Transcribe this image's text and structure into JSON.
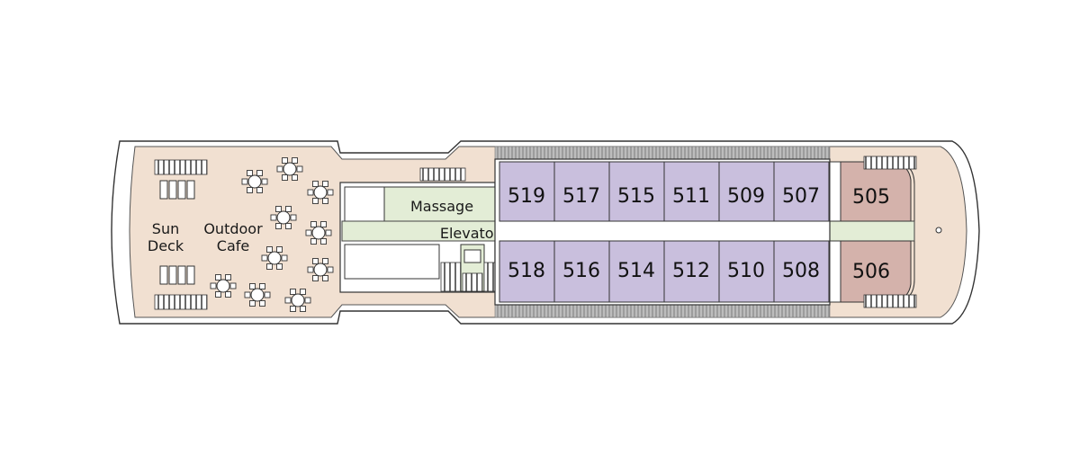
{
  "colors": {
    "deck_fill": "#f1e0d1",
    "corridor_fill": "#e3edd6",
    "cabin_fill": "#c9bfdd",
    "suite_fill": "#d4b2ab",
    "outline": "#333333",
    "railing": "#8a8a8a"
  },
  "areas": {
    "sun_deck_line1": "Sun",
    "sun_deck_line2": "Deck",
    "cafe_line1": "Outdoor",
    "cafe_line2": "Cafe",
    "massage": "Massage",
    "elevator": "Elevator"
  },
  "cabins_top": [
    "519",
    "517",
    "515",
    "511",
    "509",
    "507"
  ],
  "cabins_bottom": [
    "518",
    "516",
    "514",
    "512",
    "510",
    "508"
  ],
  "suite_top": "505",
  "suite_bottom": "506"
}
